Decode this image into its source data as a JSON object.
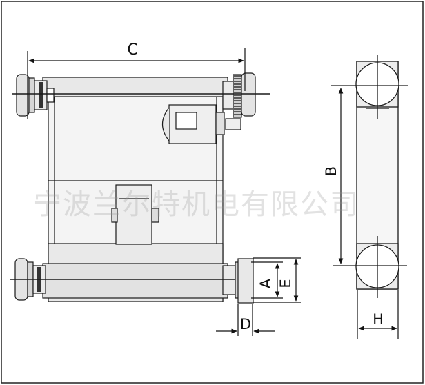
{
  "labels": {
    "C": "C",
    "B": "B",
    "A": "A",
    "E": "E",
    "D": "D",
    "H": "H"
  },
  "watermark": "宁波兰尔特机电有限公司",
  "colors": {
    "stroke": "#1a1a1a",
    "frame_fill": "#f2f2f2",
    "roller_fill": "#e6e6e6",
    "dark": "#222222"
  }
}
